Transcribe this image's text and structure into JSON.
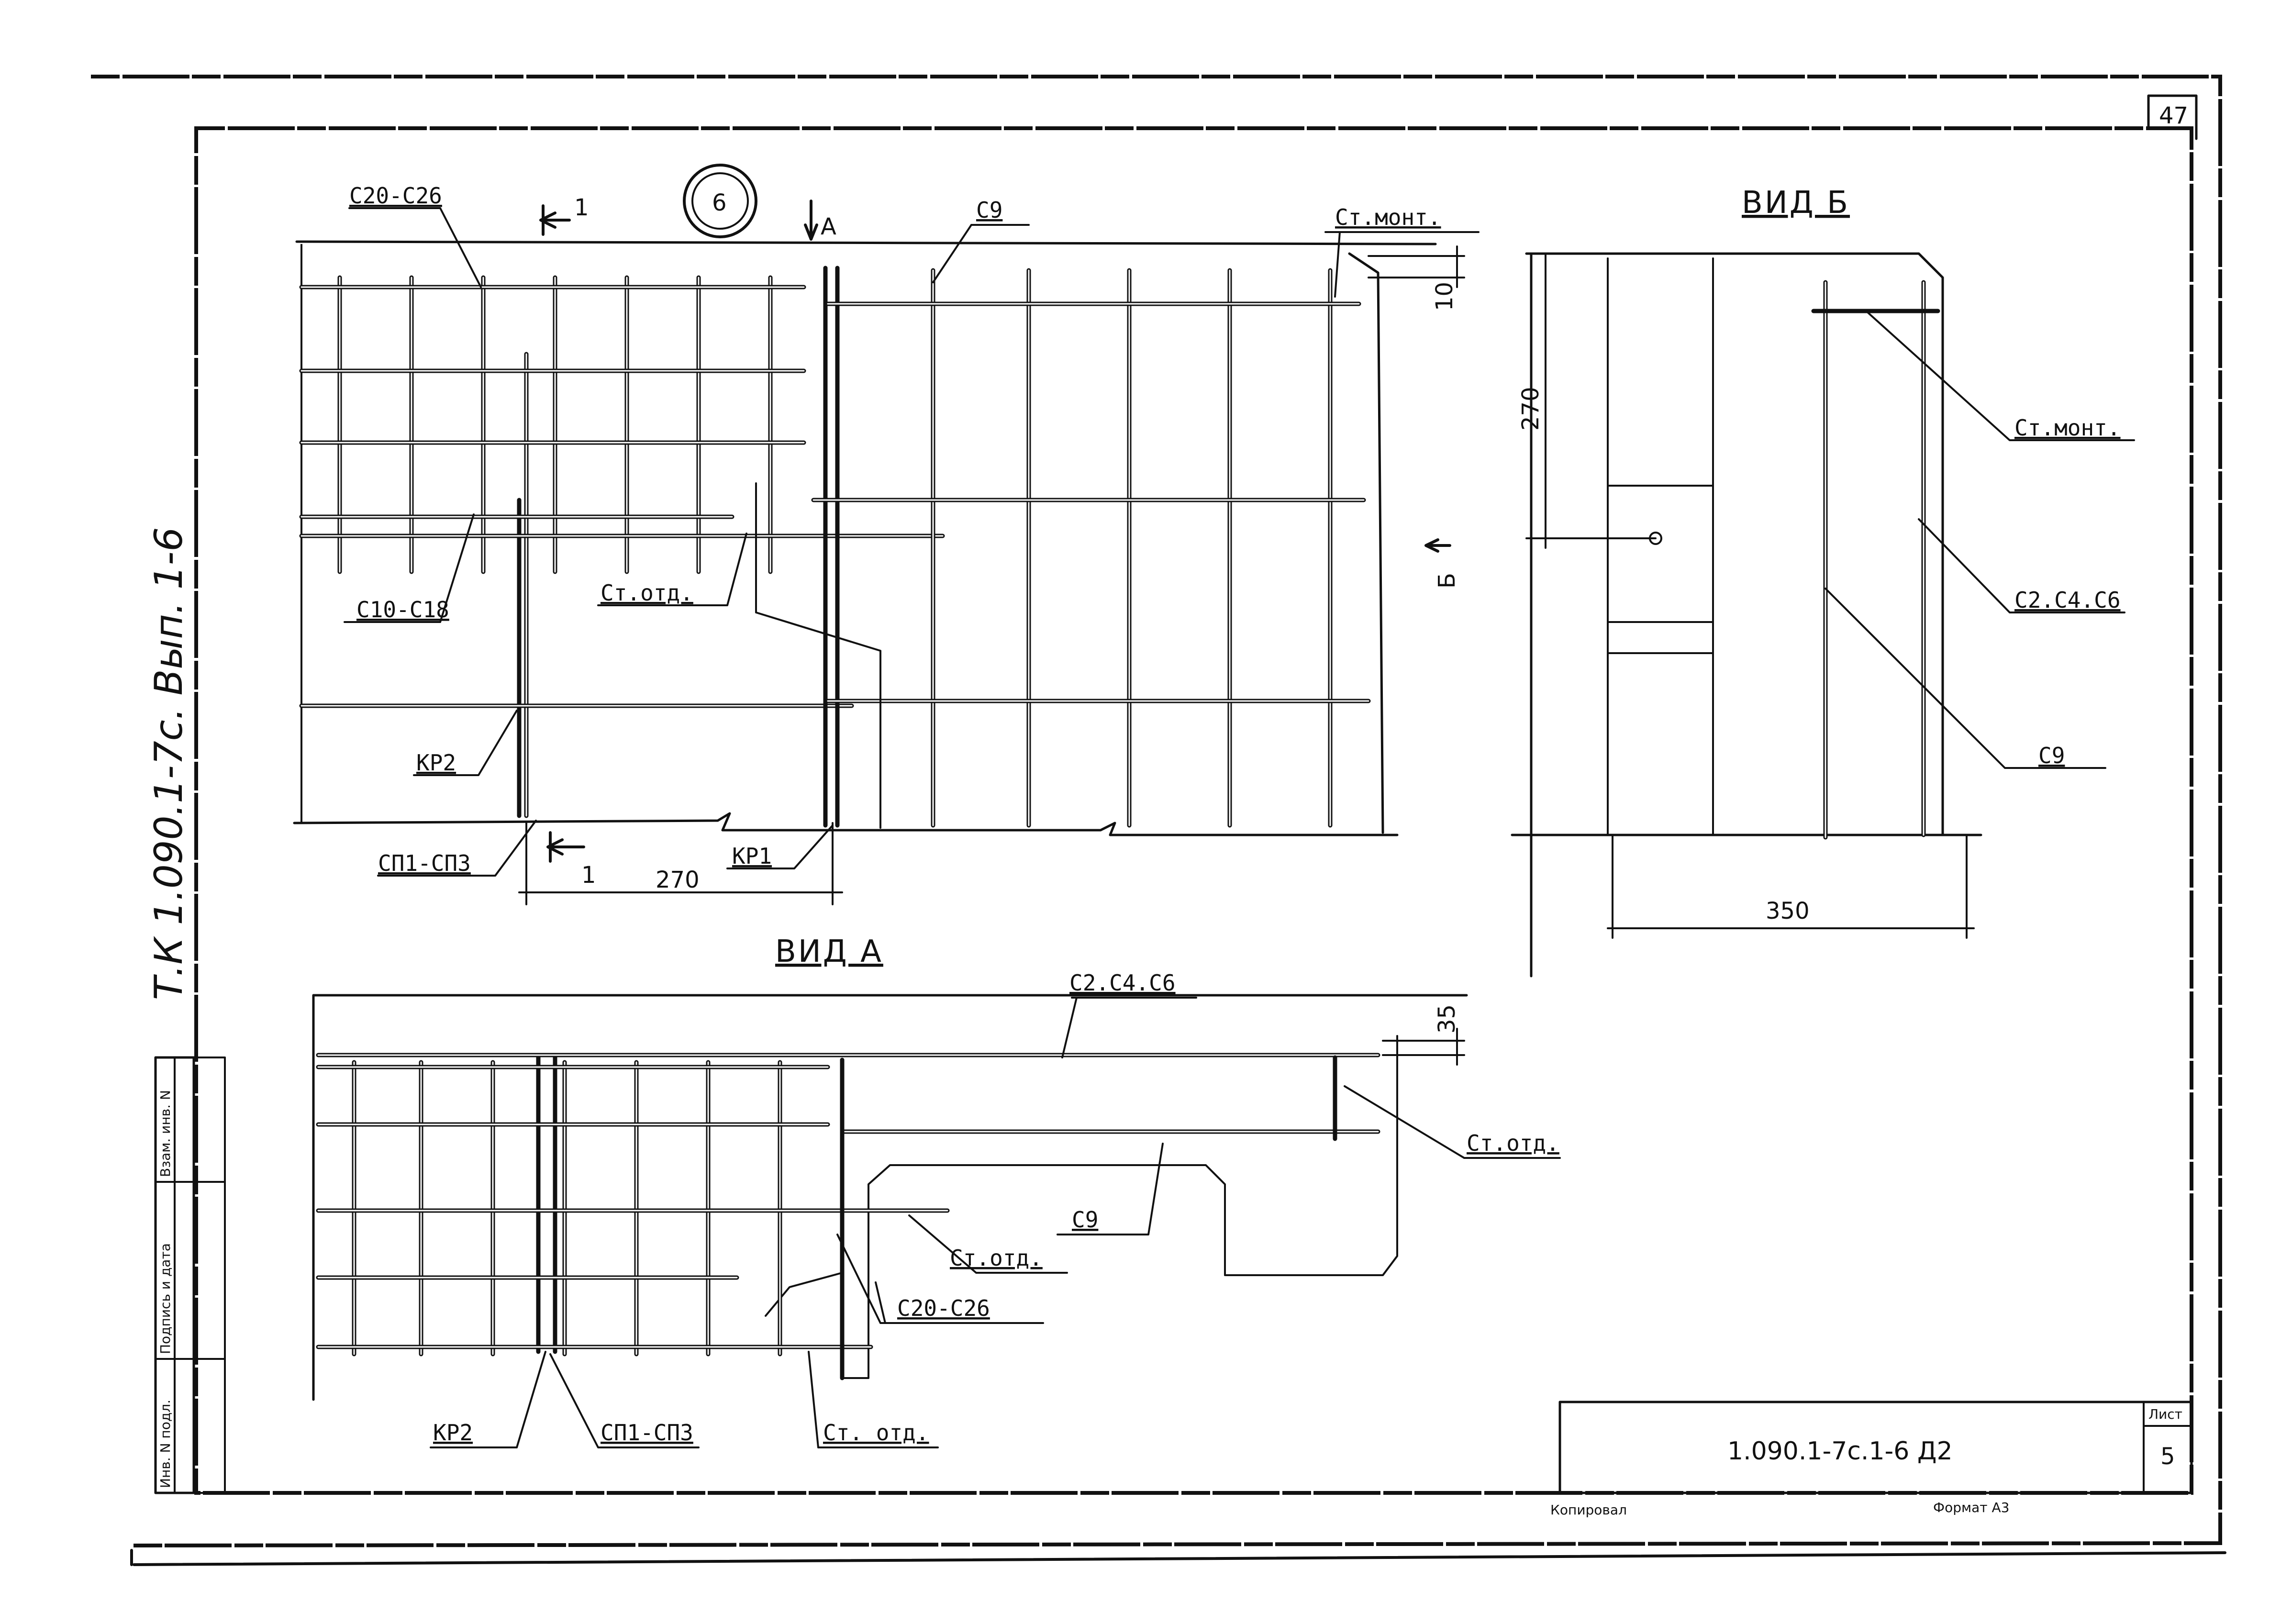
{
  "sheet_corner_number": "47",
  "side_note": "Т.К 1.090.1-7с. Вып. 1-6",
  "node_number": "6",
  "section_mark": "1",
  "view_arrow_a": "А",
  "view_arrow_b": "Б",
  "main_view": {
    "labels": {
      "c20_c26": "С20-С26",
      "c9": "С9",
      "st_mont": "Ст.монт.",
      "c10_c18": "С10-С18",
      "st_otd": "Ст.отд.",
      "kr2": "КР2",
      "sp1_sp3": "СП1-СП3",
      "kr1": "КР1"
    },
    "dims": {
      "top_gap": "10",
      "width": "270"
    }
  },
  "view_b": {
    "title": "ВИД Б",
    "labels": {
      "st_mont": "Ст.монт.",
      "c2_c4_c6": "С2.С4.С6",
      "c9": "С9"
    },
    "dims": {
      "height": "270",
      "width": "350"
    }
  },
  "view_a": {
    "title": "ВИД А",
    "labels": {
      "c2_c4_c6": "С2.С4.С6",
      "st_otd_right": "Ст.отд.",
      "c9": "С9",
      "st_otd_mid": "Ст.отд.",
      "c20_c26": "С20-С26",
      "kr2": "КР2",
      "sp1_sp3": "СП1-СП3",
      "st_otd_bottom": "Ст. отд."
    },
    "dims": {
      "top": "35"
    }
  },
  "left_stamp": {
    "col1": "Инв. N подл.",
    "col2": "Подпись и дата",
    "col3": "Взам. инв. N"
  },
  "title_block": {
    "designation": "1.090.1-7с.1-6 Д2",
    "sheet_label": "Лист",
    "sheet_number": "5"
  },
  "footer": {
    "copied": "Копировал",
    "format": "Формат А3"
  }
}
